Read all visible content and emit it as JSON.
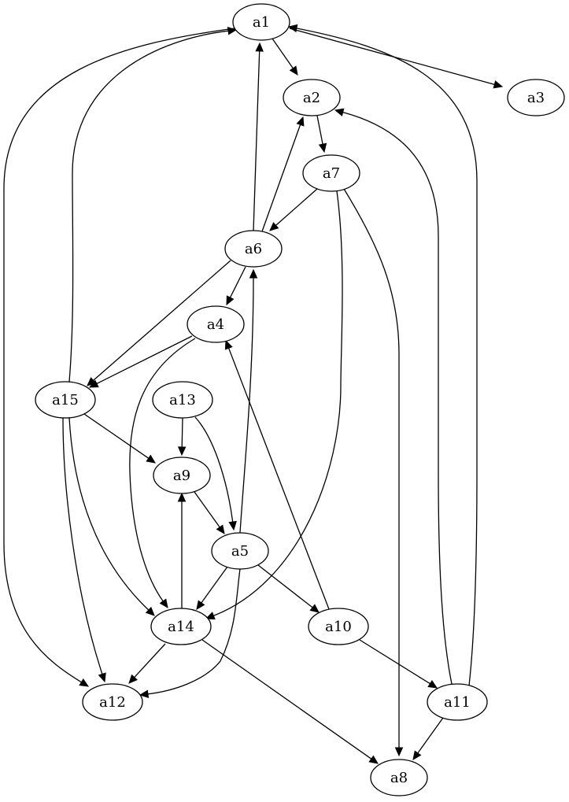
{
  "graph": {
    "nodes": [
      {
        "id": "a1",
        "label": "a1"
      },
      {
        "id": "a2",
        "label": "a2"
      },
      {
        "id": "a3",
        "label": "a3"
      },
      {
        "id": "a4",
        "label": "a4"
      },
      {
        "id": "a5",
        "label": "a5"
      },
      {
        "id": "a6",
        "label": "a6"
      },
      {
        "id": "a7",
        "label": "a7"
      },
      {
        "id": "a8",
        "label": "a8"
      },
      {
        "id": "a9",
        "label": "a9"
      },
      {
        "id": "a10",
        "label": "a10"
      },
      {
        "id": "a11",
        "label": "a11"
      },
      {
        "id": "a12",
        "label": "a12"
      },
      {
        "id": "a13",
        "label": "a13"
      },
      {
        "id": "a14",
        "label": "a14"
      },
      {
        "id": "a15",
        "label": "a15"
      }
    ],
    "edges": [
      {
        "from": "a1",
        "to": "a2"
      },
      {
        "from": "a1",
        "to": "a3"
      },
      {
        "from": "a1",
        "to": "a12"
      },
      {
        "from": "a2",
        "to": "a7"
      },
      {
        "from": "a7",
        "to": "a6"
      },
      {
        "from": "a7",
        "to": "a14"
      },
      {
        "from": "a7",
        "to": "a8"
      },
      {
        "from": "a6",
        "to": "a1"
      },
      {
        "from": "a6",
        "to": "a2"
      },
      {
        "from": "a6",
        "to": "a4"
      },
      {
        "from": "a6",
        "to": "a15"
      },
      {
        "from": "a4",
        "to": "a15"
      },
      {
        "from": "a4",
        "to": "a14"
      },
      {
        "from": "a15",
        "to": "a1"
      },
      {
        "from": "a15",
        "to": "a9"
      },
      {
        "from": "a15",
        "to": "a14"
      },
      {
        "from": "a15",
        "to": "a12"
      },
      {
        "from": "a13",
        "to": "a9"
      },
      {
        "from": "a13",
        "to": "a5"
      },
      {
        "from": "a9",
        "to": "a5"
      },
      {
        "from": "a5",
        "to": "a6"
      },
      {
        "from": "a5",
        "to": "a14"
      },
      {
        "from": "a5",
        "to": "a10"
      },
      {
        "from": "a5",
        "to": "a12"
      },
      {
        "from": "a14",
        "to": "a9"
      },
      {
        "from": "a14",
        "to": "a12"
      },
      {
        "from": "a14",
        "to": "a8"
      },
      {
        "from": "a10",
        "to": "a4"
      },
      {
        "from": "a10",
        "to": "a11"
      },
      {
        "from": "a11",
        "to": "a1"
      },
      {
        "from": "a11",
        "to": "a2"
      },
      {
        "from": "a11",
        "to": "a8"
      }
    ]
  }
}
